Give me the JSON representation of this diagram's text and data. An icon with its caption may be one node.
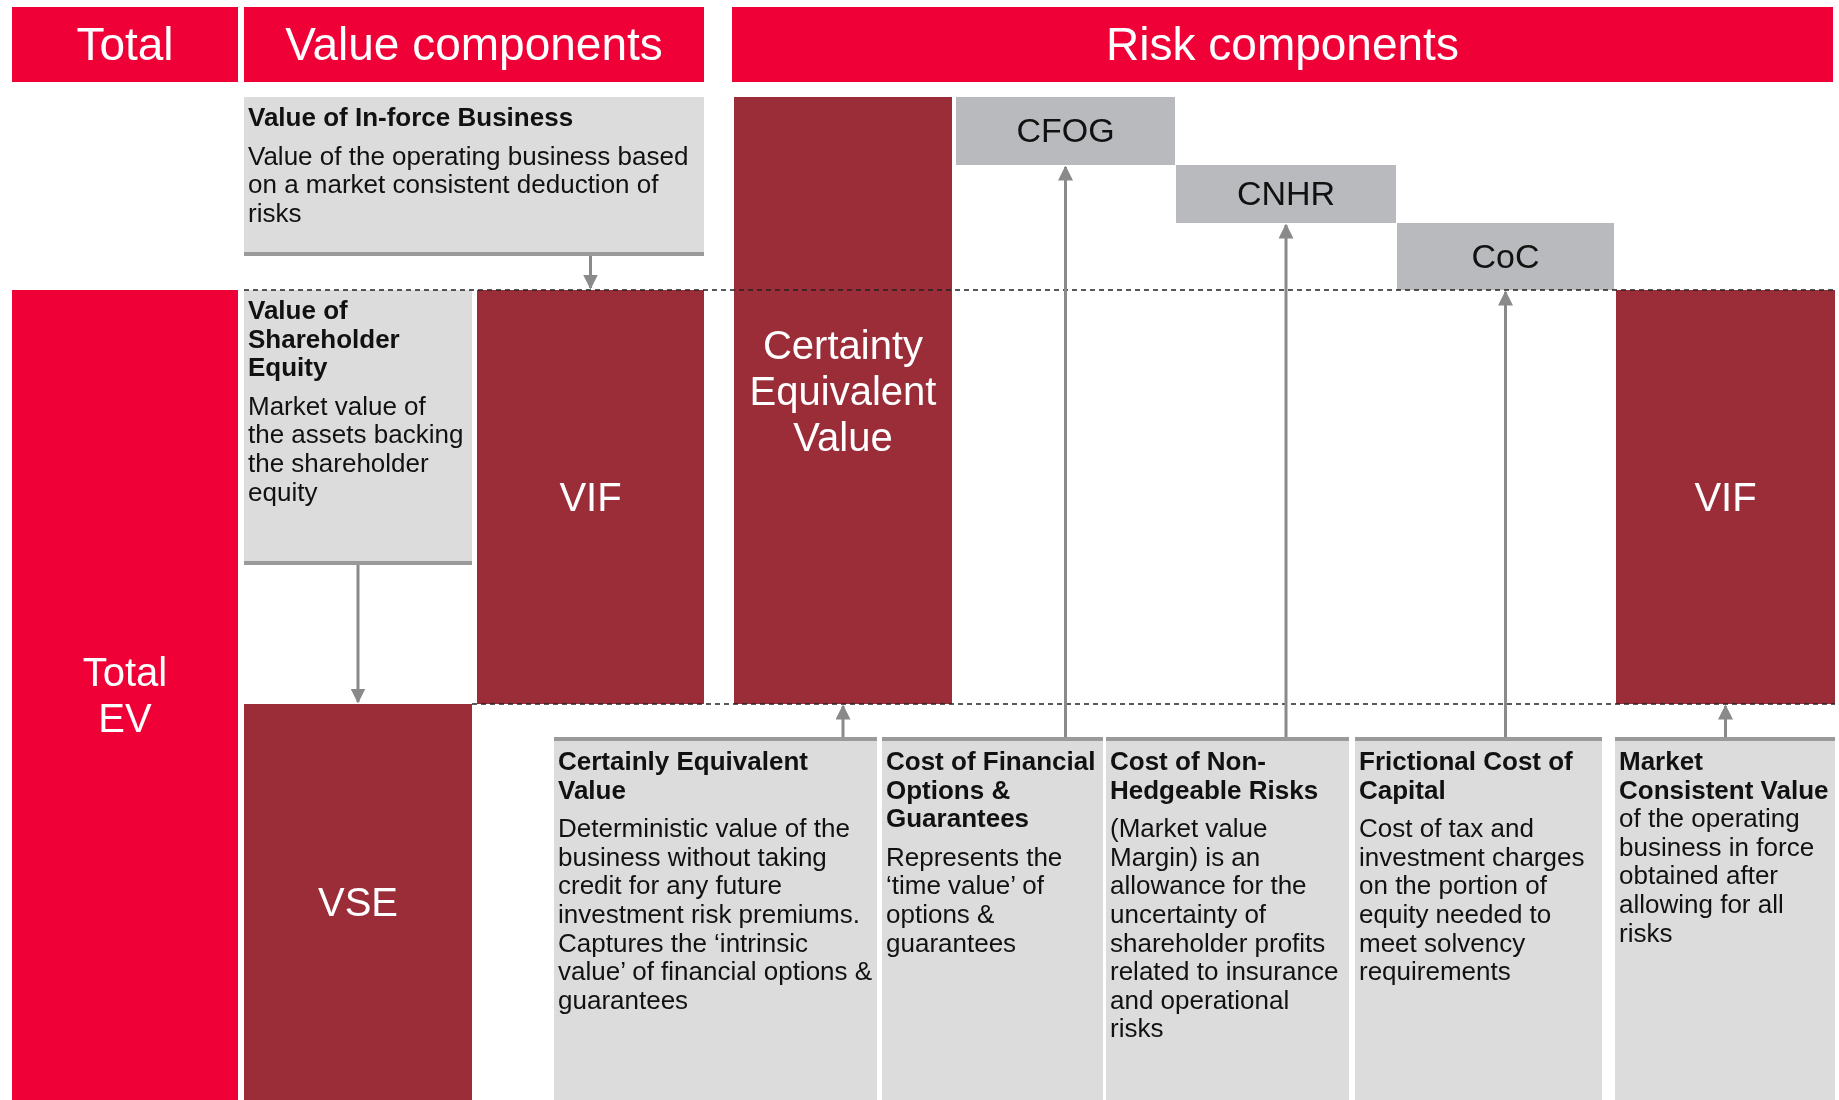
{
  "diagram": {
    "nodes": [
      {
        "text": [
          "Total"
        ]
      },
      {
        "text": [
          "Value components"
        ]
      },
      {
        "text": [
          "Risk components"
        ]
      },
      {
        "text": [
          "Value of In-force Business",
          "Value of the operating business based on a market consistent deduction of risks"
        ]
      },
      {
        "text": [
          "Value of Shareholder Equity",
          "Market value of the assets backing the shareholder equity"
        ]
      },
      {
        "text": [
          "Total EV"
        ]
      },
      {
        "text": [
          "VIF"
        ]
      },
      {
        "text": [
          "VSE"
        ]
      },
      {
        "text": [
          "Certainty Equivalent Value"
        ]
      },
      {
        "text": [
          "CFOG"
        ]
      },
      {
        "text": [
          "CNHR"
        ]
      },
      {
        "text": [
          "CoC"
        ]
      },
      {
        "text": [
          "VIF"
        ]
      },
      {
        "text": [
          "Certainly Equivalent Value",
          "Deterministic value of the business without taking credit for any future investment risk premiums.  Captures the ‘intrinsic value’ of financial options & guarantees"
        ]
      },
      {
        "text": [
          "Cost of Financial Options & Guarantees",
          "Represents the ‘time value’ of options & guarantees"
        ]
      },
      {
        "text": [
          "Cost of Non-Hedgeable Risks",
          "(Market value Margin) is an allowance for the uncertainty of shareholder profits related to insurance and operational risks"
        ]
      },
      {
        "text": [
          "Frictional Cost of Capital",
          "Cost of tax and investment charges on the portion of equity needed to meet solvency requirements"
        ]
      },
      {
        "text": [
          "**Market Consistent Value** of the operating business in force obtained after allowing for all risks"
        ]
      }
    ],
    "edges": [
      {
        "from": 3,
        "to": 6,
        "arrow": "to"
      },
      {
        "from": 4,
        "to": 7,
        "arrow": "to"
      },
      {
        "from": 13,
        "to": 8,
        "arrow": "to"
      },
      {
        "from": 14,
        "to": 9,
        "arrow": "to"
      },
      {
        "from": 15,
        "to": 10,
        "arrow": "to"
      },
      {
        "from": 16,
        "to": 11,
        "arrow": "to"
      },
      {
        "from": 17,
        "to": 12,
        "arrow": "to"
      }
    ]
  }
}
